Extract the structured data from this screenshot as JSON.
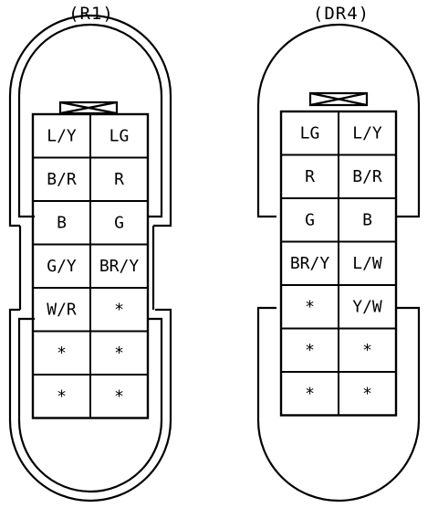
{
  "connectors": [
    {
      "label": "(R1)",
      "rows": [
        [
          "L/Y",
          "LG"
        ],
        [
          "B/R",
          "R"
        ],
        [
          "B",
          "G"
        ],
        [
          "G/Y",
          "BR/Y"
        ],
        [
          "W/R",
          "*"
        ],
        [
          "*",
          "*"
        ],
        [
          "*",
          "*"
        ]
      ]
    },
    {
      "label": "(DR4)",
      "rows": [
        [
          "LG",
          "L/Y"
        ],
        [
          "R",
          "B/R"
        ],
        [
          "G",
          "B"
        ],
        [
          "BR/Y",
          "L/W"
        ],
        [
          "*",
          "Y/W"
        ],
        [
          "*",
          "*"
        ],
        [
          "*",
          "*"
        ]
      ]
    }
  ]
}
